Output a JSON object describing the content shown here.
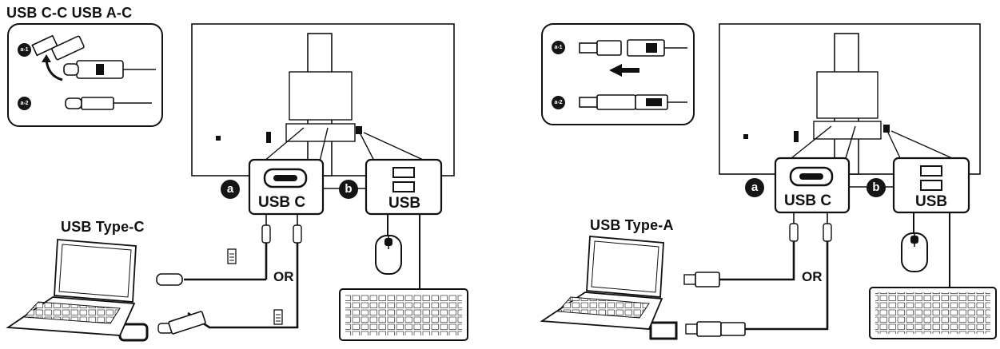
{
  "left": {
    "header": "USB C-C USB A-C",
    "step1": "a-1",
    "step2": "a-2",
    "badge_a": "a",
    "badge_b": "b",
    "port_c": "USB C",
    "port_usb": "USB",
    "source_label": "USB Type-C",
    "or_label": "OR"
  },
  "right": {
    "step1": "a-1",
    "step2": "a-2",
    "badge_a": "a",
    "badge_b": "b",
    "port_c": "USB C",
    "port_usb": "USB",
    "source_label": "USB Type-A",
    "or_label": "OR"
  },
  "icons": [
    "usb-a-plug-icon",
    "usb-c-plug-icon",
    "adapter-icon",
    "arrow-icon",
    "mouse-icon",
    "keyboard-icon",
    "laptop-icon",
    "battery-icon",
    "monitor-icon"
  ]
}
